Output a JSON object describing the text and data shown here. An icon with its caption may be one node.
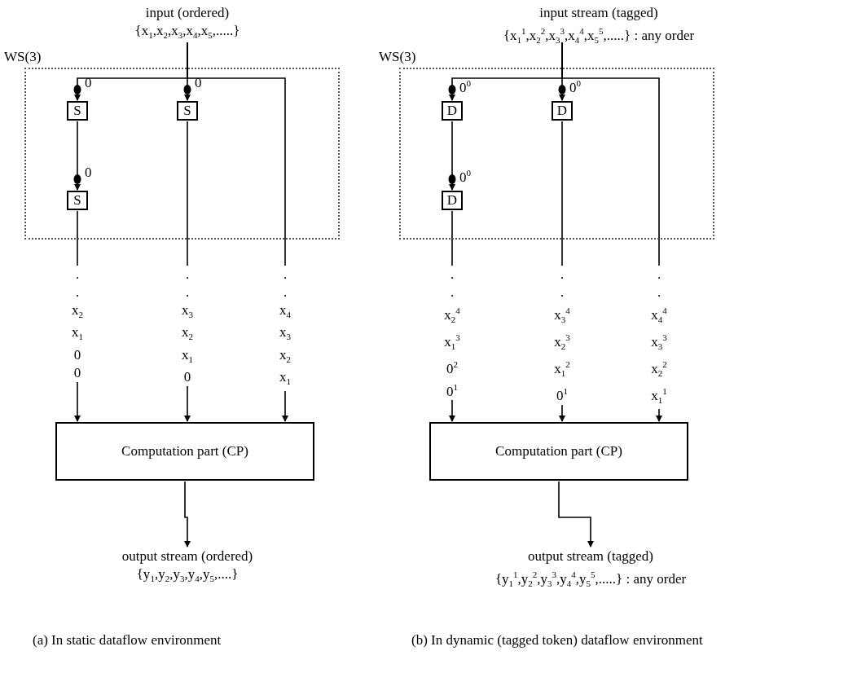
{
  "diagram": {
    "nodes": [
      {
        "text": [
          "input (ordered)",
          "{x$_{1}$,x$_{2}$,x$_{3}$,x$_{4}$,x$_{5}$,.....}"
        ]
      },
      {
        "text": [
          "WS(3)"
        ]
      },
      {
        "text": [
          "S"
        ],
        "in": 1
      },
      {
        "text": [
          "S"
        ],
        "in": 1
      },
      {
        "text": [
          "S"
        ],
        "in": 1
      },
      {
        "text": [
          "Computation part (CP)"
        ]
      },
      {
        "text": [
          "output stream (ordered)",
          "{y$_{1}$,y$_{2}$,y$_{3}$,y$_{4}$,y$_{5}$,....}"
        ]
      },
      {
        "text": [
          "input stream (tagged)",
          "{x$_{1}$$^{1}$,x$_{2}$$^{2}$,x$_{3}$$^{3}$,x$_{4}$$^{4}$,x$_{5}$$^{5}$,.....} : any order"
        ]
      },
      {
        "text": [
          "WS(3)"
        ]
      },
      {
        "text": [
          "D"
        ],
        "in": 8
      },
      {
        "text": [
          "D"
        ],
        "in": 8
      },
      {
        "text": [
          "D"
        ],
        "in": 8
      },
      {
        "text": [
          "Computation part (CP)"
        ]
      },
      {
        "text": [
          "output stream (tagged)",
          "{y$_{1}$$^{1}$,y$_{2}$$^{2}$,y$_{3}$$^{3}$,y$_{4}$$^{4}$,y$_{5}$$^{5}$,.....} : any order"
        ]
      }
    ],
    "edges": [
      {
        "from": 0,
        "to": 2,
        "arrow": "to",
        "label": "0"
      },
      {
        "from": 0,
        "to": 3,
        "arrow": "to",
        "label": "0"
      },
      {
        "from": 0,
        "to": 5,
        "arrow": "to",
        "label": ". . x$_{4}$ x$_{3}$ x$_{2}$ x$_{1}$"
      },
      {
        "from": 2,
        "to": 4,
        "arrow": "to",
        "label": "0"
      },
      {
        "from": 4,
        "to": 5,
        "arrow": "to",
        "label": ". . x$_{2}$ x$_{1}$ 0 0"
      },
      {
        "from": 3,
        "to": 5,
        "arrow": "to",
        "label": ". . x$_{3}$ x$_{2}$ x$_{1}$ 0"
      },
      {
        "from": 5,
        "to": 6,
        "arrow": "to"
      },
      {
        "from": 7,
        "to": 9,
        "arrow": "to",
        "label": "0$^{0}$"
      },
      {
        "from": 7,
        "to": 10,
        "arrow": "to",
        "label": "0$^{0}$"
      },
      {
        "from": 7,
        "to": 12,
        "arrow": "to",
        "label": ". . x$_{4}$$^{4}$ x$_{3}$$^{3}$ x$_{2}$$^{2}$ x$_{1}$$^{1}$"
      },
      {
        "from": 9,
        "to": 11,
        "arrow": "to",
        "label": "0$^{0}$"
      },
      {
        "from": 11,
        "to": 12,
        "arrow": "to",
        "label": ". . x$_{2}$$^{4}$ x$_{1}$$^{3}$ 0$^{2}$ 0$^{1}$"
      },
      {
        "from": 10,
        "to": 12,
        "arrow": "to",
        "label": ". . x$_{3}$$^{4}$ x$_{2}$$^{3}$ x$_{1}$$^{2}$ 0$^{1}$"
      },
      {
        "from": 12,
        "to": 13,
        "arrow": "to"
      }
    ],
    "labels": [
      "(a) In static dataflow environment",
      "(b) In dynamic (tagged token) dataflow environment"
    ]
  }
}
